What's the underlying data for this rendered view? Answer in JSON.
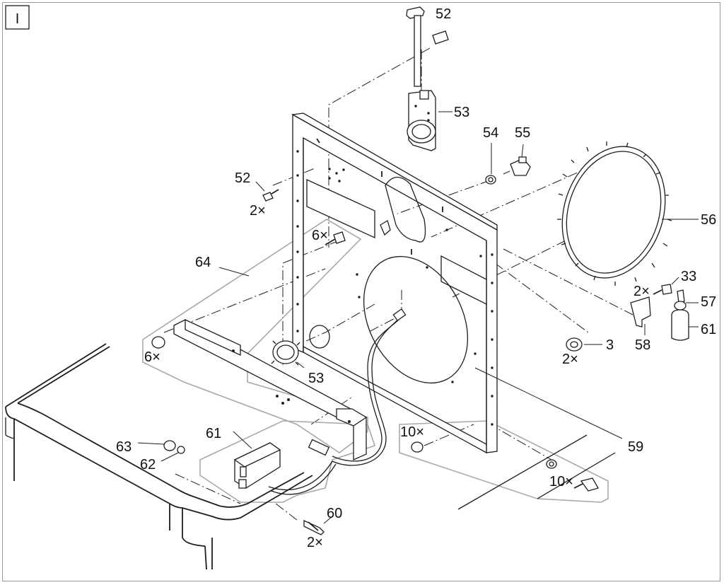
{
  "sheet": {
    "section_letter": "I"
  },
  "callouts": [
    {
      "id": "c52a",
      "text": "52"
    },
    {
      "id": "c53a",
      "text": "53"
    },
    {
      "id": "c54",
      "text": "54"
    },
    {
      "id": "c55",
      "text": "55"
    },
    {
      "id": "c52b",
      "text": "52"
    },
    {
      "id": "c52b_qty",
      "text": "2×"
    },
    {
      "id": "c56",
      "text": "56"
    },
    {
      "id": "c64",
      "text": "64"
    },
    {
      "id": "c64_qty",
      "text": "6×"
    },
    {
      "id": "c33",
      "text": "33"
    },
    {
      "id": "c33_qty",
      "text": "2×"
    },
    {
      "id": "c57",
      "text": "57"
    },
    {
      "id": "c61a",
      "text": "61"
    },
    {
      "id": "c58",
      "text": "58"
    },
    {
      "id": "c3",
      "text": "3"
    },
    {
      "id": "c3_qty",
      "text": "2×"
    },
    {
      "id": "c6x_left",
      "text": "6×"
    },
    {
      "id": "c53b",
      "text": "53"
    },
    {
      "id": "c61b",
      "text": "61"
    },
    {
      "id": "c63",
      "text": "63"
    },
    {
      "id": "c62",
      "text": "62"
    },
    {
      "id": "c10x_a",
      "text": "10×"
    },
    {
      "id": "c59",
      "text": "59"
    },
    {
      "id": "c10x_b",
      "text": "10×"
    },
    {
      "id": "c60",
      "text": "60"
    },
    {
      "id": "c60_qty",
      "text": "2×"
    }
  ],
  "colors": {
    "line": "#1e1e1e",
    "group_outline": "#a8a8a8",
    "frame": "#9a9a9a"
  }
}
